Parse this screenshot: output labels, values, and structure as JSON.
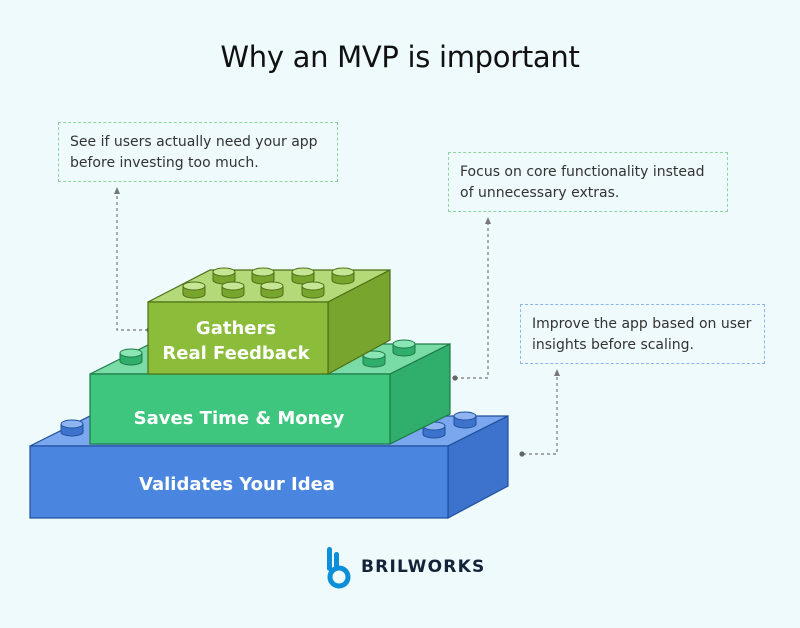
{
  "title": "Why an MVP is important",
  "bricks": {
    "top": {
      "lines": [
        "Gathers",
        "Real Feedback"
      ],
      "color": "#8cbd3a"
    },
    "middle": {
      "label": "Saves Time & Money",
      "color": "#3ec67f"
    },
    "bottom": {
      "label": "Validates Your Idea",
      "color": "#4a86e0"
    }
  },
  "notes": {
    "feedback": [
      "See if users actually need your app",
      "before investing too much."
    ],
    "core": [
      "Focus on core functionality instead",
      "of unnecessary extras."
    ],
    "improve": [
      "Improve the app based on user",
      "insights before scaling."
    ]
  },
  "brand": {
    "name": "BRILWORKS",
    "color": "#0a8fd8",
    "icon": "brilworks-logo-icon"
  }
}
